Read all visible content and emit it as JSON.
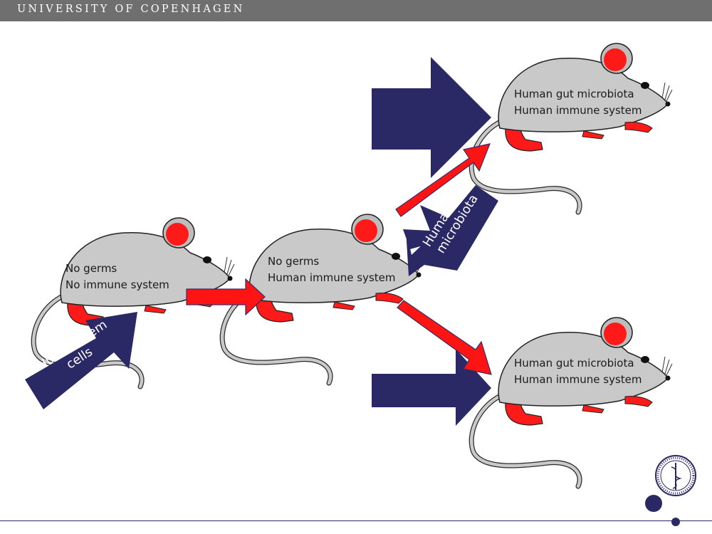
{
  "header": {
    "institution": "UNIVERSITY OF COPENHAGEN"
  },
  "colors": {
    "arrow_navy": "#2b2866",
    "arrow_red": "#ff1414",
    "mouse_body": "#c9c9c9",
    "mouse_feet": "#ff1a1a",
    "header_bg": "#6f6f6f"
  },
  "mice": {
    "start": {
      "line1": "No germs",
      "line2": "No immune system"
    },
    "middle": {
      "line1": "No germs",
      "line2": "Human immune system"
    },
    "top": {
      "line1": "Human gut microbiota",
      "line2": "Human immune system"
    },
    "bottom": {
      "line1": "Human gut microbiota",
      "line2": "Human immune system"
    }
  },
  "inputs": {
    "stem_cells": {
      "line1": "Human stem",
      "line2": "cells"
    },
    "microbiota": {
      "line1": "Human gut",
      "line2": "microbiota"
    }
  },
  "logo": {
    "icon": "university-seal-icon"
  }
}
